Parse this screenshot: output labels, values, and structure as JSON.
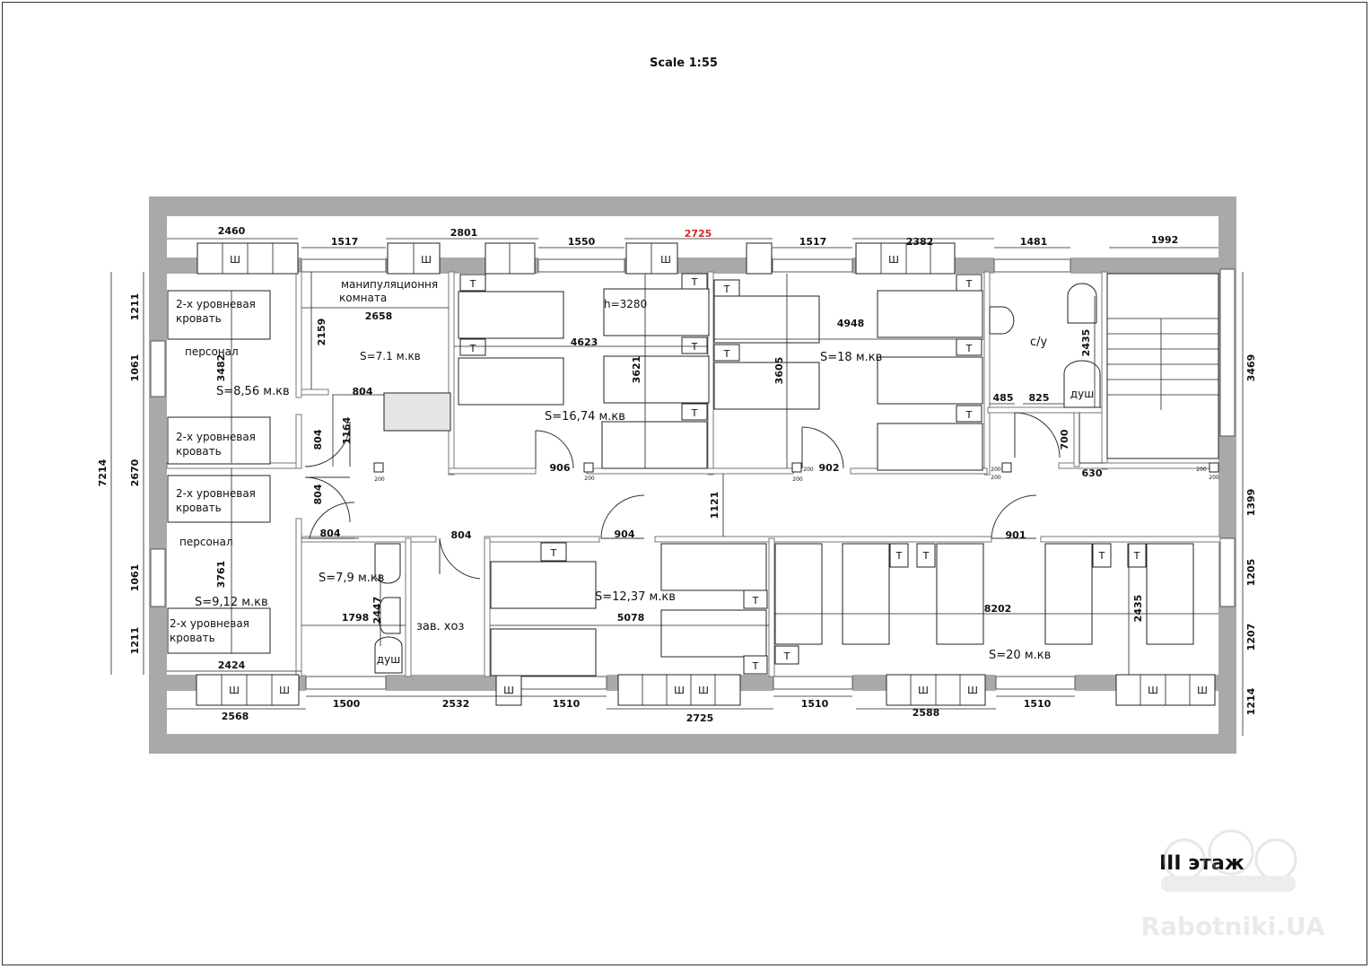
{
  "sheet": {
    "scale": "Scale 1:55",
    "floor_title": "III этаж",
    "watermark": "Rabotniki.UA"
  },
  "colors": {
    "wall": "#a9a9a9",
    "line": "#222222",
    "highlight": "#d62828"
  },
  "rooms": {
    "personal_top": {
      "name": "персонал",
      "area": "S=8,56 м.кв"
    },
    "personal_bottom": {
      "name": "персонал",
      "area": "S=9,12 м.кв"
    },
    "manip": {
      "name_line1": "манипуляционня",
      "name_line2": "комната",
      "area": "S=7.1 м.кв"
    },
    "ward_a": {
      "area": "S=16,74 м.кв",
      "height": "h=3280"
    },
    "ward_b": {
      "area": "S=18 м.кв"
    },
    "wc": {
      "name": "с/у",
      "shower": "душ"
    },
    "bath_small": {
      "area": "S=7,9 м.кв",
      "shower": "душ"
    },
    "store": {
      "name": "зав. хоз"
    },
    "ward_c": {
      "area": "S=12,37 м.кв"
    },
    "ward_d": {
      "area": "S=20 м.кв"
    },
    "bunk_label_line1": "2-х уровневая",
    "bunk_label_line2": "кровать"
  },
  "symbols": {
    "cabinet": "Ш",
    "nightstand": "Т",
    "column": "200"
  },
  "dims": {
    "top_2460": "2460",
    "top_1517a": "1517",
    "top_2801": "2801",
    "top_1550": "1550",
    "top_2725": "2725",
    "top_1517b": "1517",
    "top_2382": "2382",
    "top_1481": "1481",
    "top_1992": "1992",
    "bot_2424": "2424",
    "bot_2568": "2568",
    "bot_1500": "1500",
    "bot_2532": "2532",
    "bot_1510a": "1510",
    "bot_2725": "2725",
    "bot_1510b": "1510",
    "bot_2588": "2588",
    "bot_1510c": "1510",
    "left_7214": "7214",
    "left_1211a": "1211",
    "left_1061a": "1061",
    "left_2670": "2670",
    "left_1061b": "1061",
    "left_1211b": "1211",
    "right_3469": "3469",
    "right_1399": "1399",
    "right_1205": "1205",
    "right_1207": "1207",
    "right_1214": "1214",
    "d2658": "2658",
    "d2159": "2159",
    "d3482": "3482",
    "d804a": "804",
    "d1164": "1164",
    "d804b": "804",
    "d804c": "804",
    "d804d": "804",
    "d804e": "804",
    "d3761": "3761",
    "d1798": "1798",
    "d2447": "2447",
    "d4623": "4623",
    "d3621": "3621",
    "d906": "906",
    "d3605": "3605",
    "d4948": "4948",
    "d902": "902",
    "d2435a": "2435",
    "d485": "485",
    "d825": "825",
    "d700": "700",
    "d630": "630",
    "d1121": "1121",
    "d904": "904",
    "d901": "901",
    "d5078": "5078",
    "d8202": "8202",
    "d2435b": "2435"
  }
}
